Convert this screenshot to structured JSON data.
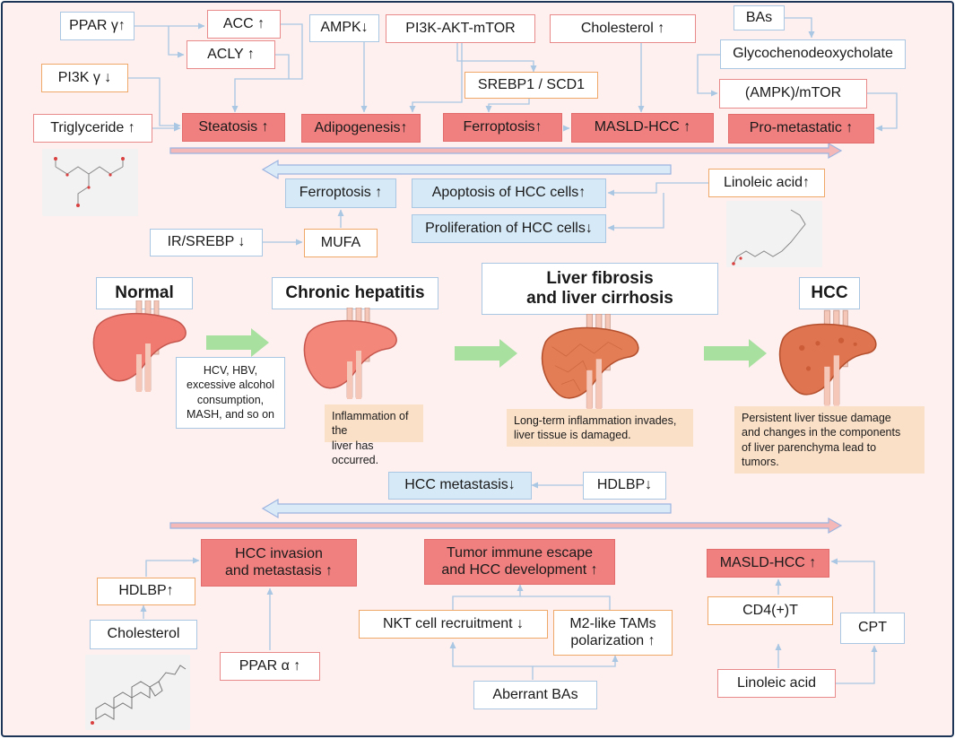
{
  "colors": {
    "frame_border": "#1d3557",
    "background": "#fdf0ef",
    "red_fill": "#f08080",
    "blue_fill": "#d6e9f6",
    "note_fill": "#fbe0c8",
    "stage_arrow": "#a8e0a0",
    "liver_normal": "#f07a70",
    "liver_disease": "#e27d55"
  },
  "top": {
    "ppar_gamma": "PPAR γ↑",
    "acc": "ACC ↑",
    "acly": "ACLY ↑",
    "ampk": "AMPK↓",
    "pi3k_akt_mtor": "PI3K-AKT-mTOR",
    "cholesterol": "Cholesterol ↑",
    "bas": "BAs",
    "glycochenodeoxycholate": "Glycochenodeoxycholate",
    "pi3k_gamma": "PI3K γ ↓",
    "srebp1_scd1": "SREBP1 / SCD1",
    "ampk_mtor": "(AMPK)/mTOR",
    "triglyceride": "Triglyceride ↑",
    "steatosis": "Steatosis ↑",
    "adipogenesis": "Adipogenesis↑",
    "ferroptosis": "Ferroptosis↑",
    "masld_hcc": "MASLD-HCC ↑",
    "pro_metastatic": "Pro-metastatic ↑"
  },
  "middle": {
    "ferroptosis": "Ferroptosis ↑",
    "apoptosis": "Apoptosis of HCC cells↑",
    "linoleic_acid": "Linoleic acid↑",
    "proliferation": "Proliferation of HCC cells↓",
    "ir_srebp": "IR/SREBP ↓",
    "mufa": "MUFA"
  },
  "stages": {
    "normal": "Normal",
    "chronic_hepatitis": "Chronic hepatitis",
    "fibrosis_line1": "Liver fibrosis",
    "fibrosis_line2": "and liver cirrhosis",
    "hcc": "HCC",
    "causes": "HCV, HBV,\nexcessive alcohol\nconsumption,\nMASH, and so on",
    "hepatitis_note": "Inflammation of the\nliver has occurred.",
    "fibrosis_note": "Long-term inflammation invades,\nliver tissue is damaged.",
    "hcc_note": "Persistent liver tissue damage\nand changes in the components\nof liver parenchyma lead to\ntumors."
  },
  "lower": {
    "hcc_metastasis": "HCC metastasis↓",
    "hdlbp_down": "HDLBP↓",
    "invasion_line1": "HCC invasion",
    "invasion_line2": "and metastasis ↑",
    "escape_line1": "Tumor immune escape",
    "escape_line2": "and HCC development ↑",
    "masld_hcc": "MASLD-HCC ↑",
    "hdlbp_up": "HDLBP↑",
    "cholesterol": "Cholesterol",
    "ppar_alpha": "PPAR α ↑",
    "nkt": "NKT cell recruitment ↓",
    "m2_line1": "M2-like TAMs",
    "m2_line2": "polarization ↑",
    "cd4": "CD4(+)T",
    "cpt": "CPT",
    "aberrant_bas": "Aberrant BAs",
    "linoleic_acid": "Linoleic acid"
  }
}
